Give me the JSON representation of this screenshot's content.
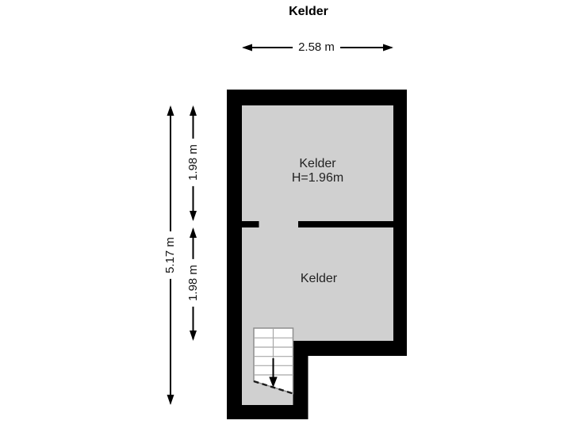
{
  "title": "Kelder",
  "dimensions": {
    "top_width": "2.58 m",
    "total_height": "5.17 m",
    "upper_height": "1.98 m",
    "lower_height": "1.98 m"
  },
  "rooms": {
    "upper": {
      "label": "Kelder",
      "ceiling_height": "H=1.96m"
    },
    "lower": {
      "label": "Kelder"
    }
  },
  "stairs": {
    "direction_icon": "down-arrow"
  },
  "colors": {
    "wall": "#000000",
    "floor": "#d0d0d0",
    "stair_fill": "#ffffff",
    "stair_line": "#a8a8a8",
    "background": "#ffffff",
    "text": "#141414"
  }
}
